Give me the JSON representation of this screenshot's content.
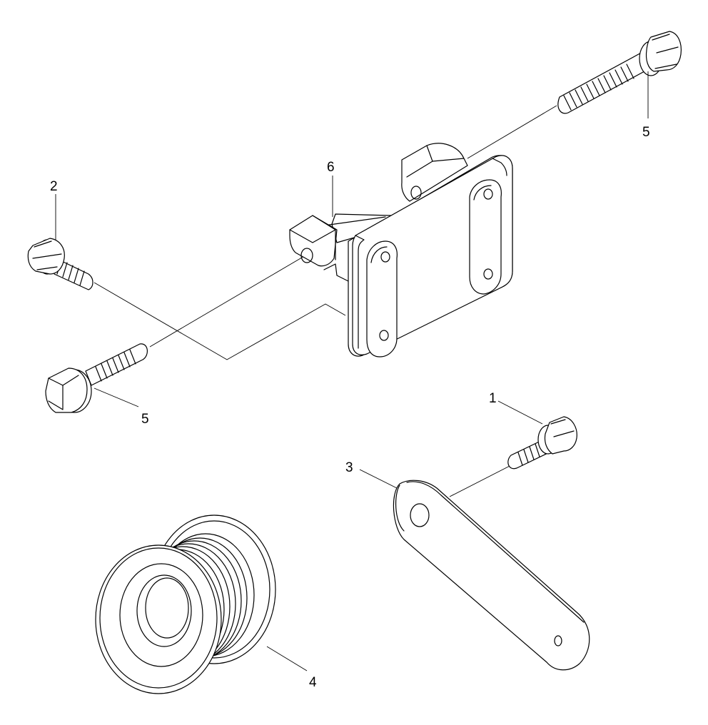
{
  "callouts": {
    "c1": "1",
    "c2": "2",
    "c3": "3",
    "c4": "4",
    "c5a": "5",
    "c5b": "5",
    "c6": "6"
  },
  "colors": {
    "line": "#000000",
    "background": "#ffffff"
  }
}
